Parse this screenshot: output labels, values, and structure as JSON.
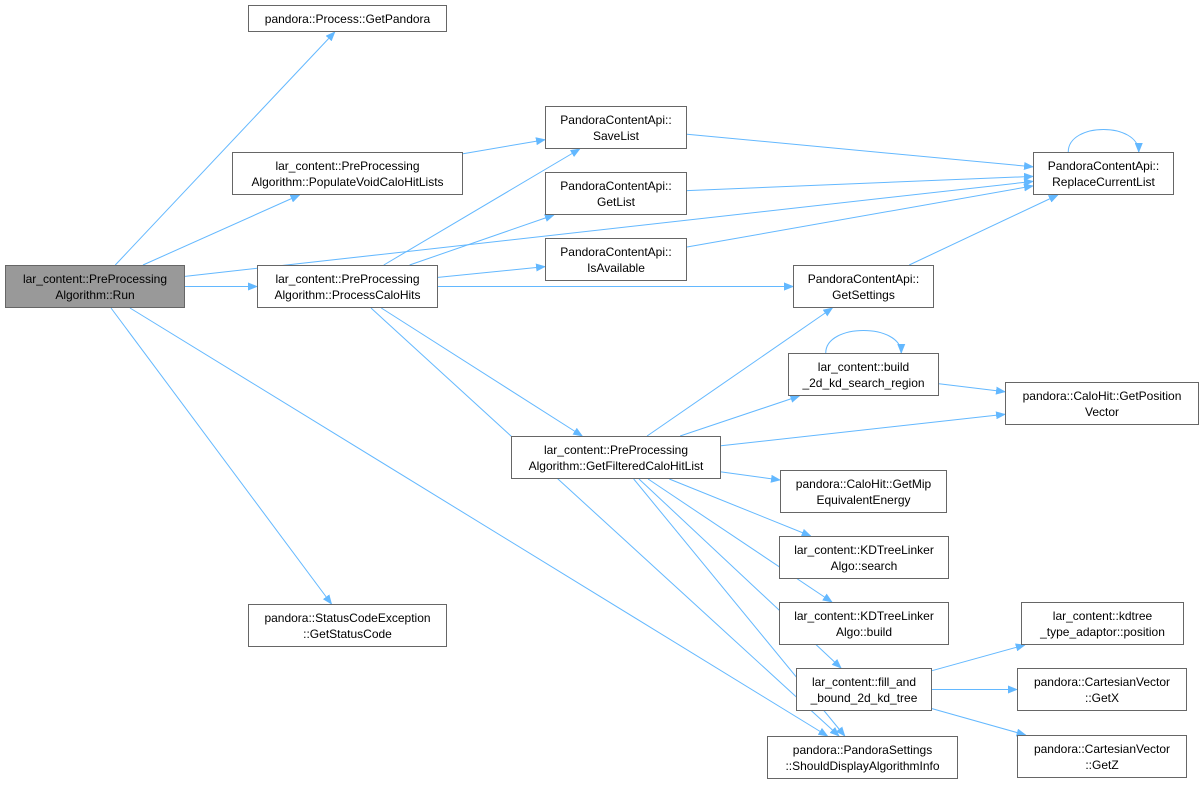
{
  "colors": {
    "edge": "#63b8ff",
    "node_border": "#666666",
    "root_fill": "#999999"
  },
  "nodes": {
    "run": {
      "line1": "lar_content::PreProcessing",
      "line2": "Algorithm::Run"
    },
    "get_pandora": {
      "line1": "pandora::Process::GetPandora",
      "line2": ""
    },
    "populate": {
      "line1": "lar_content::PreProcessing",
      "line2": "Algorithm::PopulateVoidCaloHitLists"
    },
    "process": {
      "line1": "lar_content::PreProcessing",
      "line2": "Algorithm::ProcessCaloHits"
    },
    "status_code": {
      "line1": "pandora::StatusCodeException",
      "line2": "::GetStatusCode"
    },
    "save_list": {
      "line1": "PandoraContentApi::",
      "line2": "SaveList"
    },
    "get_list": {
      "line1": "PandoraContentApi::",
      "line2": "GetList"
    },
    "is_available": {
      "line1": "PandoraContentApi::",
      "line2": "IsAvailable"
    },
    "get_filtered": {
      "line1": "lar_content::PreProcessing",
      "line2": "Algorithm::GetFilteredCaloHitList"
    },
    "replace_current": {
      "line1": "PandoraContentApi::",
      "line2": "ReplaceCurrentList"
    },
    "get_settings": {
      "line1": "PandoraContentApi::",
      "line2": "GetSettings"
    },
    "build_region": {
      "line1": "lar_content::build",
      "line2": "_2d_kd_search_region"
    },
    "get_position": {
      "line1": "pandora::CaloHit::GetPosition",
      "line2": "Vector"
    },
    "get_mip": {
      "line1": "pandora::CaloHit::GetMip",
      "line2": "EquivalentEnergy"
    },
    "kd_search": {
      "line1": "lar_content::KDTreeLinker",
      "line2": "Algo::search"
    },
    "kd_build": {
      "line1": "lar_content::KDTreeLinker",
      "line2": "Algo::build"
    },
    "fill_bound": {
      "line1": "lar_content::fill_and",
      "line2": "_bound_2d_kd_tree"
    },
    "should_display": {
      "line1": "pandora::PandoraSettings",
      "line2": "::ShouldDisplayAlgorithmInfo"
    },
    "kdtree_position": {
      "line1": "lar_content::kdtree",
      "line2": "_type_adaptor::position"
    },
    "cart_getx": {
      "line1": "pandora::CartesianVector",
      "line2": "::GetX"
    },
    "cart_getz": {
      "line1": "pandora::CartesianVector",
      "line2": "::GetZ"
    }
  },
  "edges": [
    [
      "run",
      "get_pandora"
    ],
    [
      "run",
      "replace_current"
    ],
    [
      "run",
      "populate"
    ],
    [
      "run",
      "process"
    ],
    [
      "run",
      "get_settings"
    ],
    [
      "run",
      "status_code"
    ],
    [
      "run",
      "should_display"
    ],
    [
      "populate",
      "save_list"
    ],
    [
      "process",
      "save_list"
    ],
    [
      "process",
      "get_list"
    ],
    [
      "process",
      "is_available"
    ],
    [
      "process",
      "get_settings"
    ],
    [
      "process",
      "get_filtered"
    ],
    [
      "process",
      "should_display"
    ],
    [
      "save_list",
      "replace_current"
    ],
    [
      "get_list",
      "replace_current"
    ],
    [
      "is_available",
      "replace_current"
    ],
    [
      "get_settings",
      "replace_current"
    ],
    [
      "replace_current",
      "replace_current"
    ],
    [
      "get_filtered",
      "get_settings"
    ],
    [
      "get_filtered",
      "build_region"
    ],
    [
      "get_filtered",
      "get_position"
    ],
    [
      "get_filtered",
      "get_mip"
    ],
    [
      "get_filtered",
      "kd_search"
    ],
    [
      "get_filtered",
      "kd_build"
    ],
    [
      "get_filtered",
      "fill_bound"
    ],
    [
      "get_filtered",
      "should_display"
    ],
    [
      "build_region",
      "build_region"
    ],
    [
      "build_region",
      "get_position"
    ],
    [
      "fill_bound",
      "kdtree_position"
    ],
    [
      "fill_bound",
      "cart_getx"
    ],
    [
      "fill_bound",
      "cart_getz"
    ]
  ]
}
